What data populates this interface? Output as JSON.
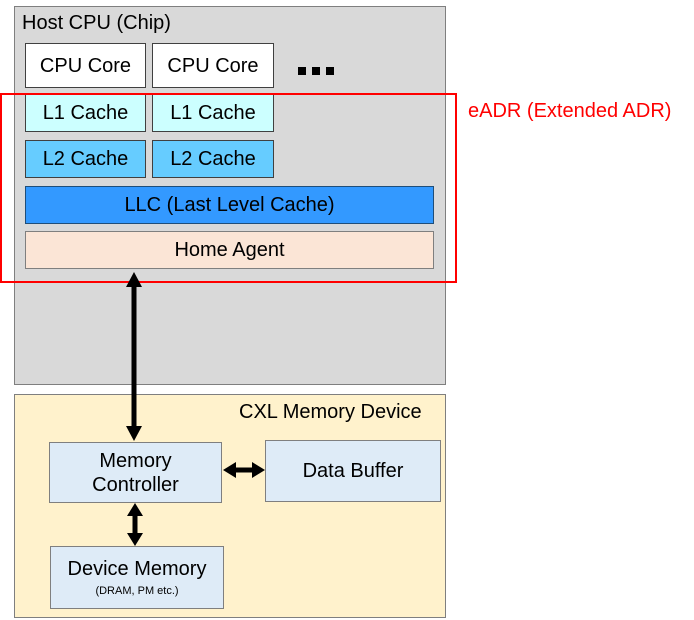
{
  "host": {
    "title": "Host CPU (Chip)",
    "cores": [
      "CPU Core",
      "CPU Core"
    ],
    "l1": [
      "L1 Cache",
      "L1 Cache"
    ],
    "l2": [
      "L2 Cache",
      "L2 Cache"
    ],
    "llc": "LLC (Last Level Cache)",
    "home_agent": "Home Agent"
  },
  "eadr": {
    "label": "eADR (Extended ADR)",
    "color": "#ff0000"
  },
  "cxl": {
    "title": "CXL Memory Device",
    "memory_controller": "Memory Controller",
    "data_buffer": "Data Buffer",
    "device_memory": "Device Memory",
    "device_memory_sub": "(DRAM, PM etc.)"
  },
  "colors": {
    "host_bg": "#d9d9d9",
    "l1": "#ccffff",
    "l2": "#66ccff",
    "llc": "#3399ff",
    "home_agent": "#fbe5d6",
    "cxl_bg": "#fff2cc",
    "device_block": "#deebf7"
  }
}
